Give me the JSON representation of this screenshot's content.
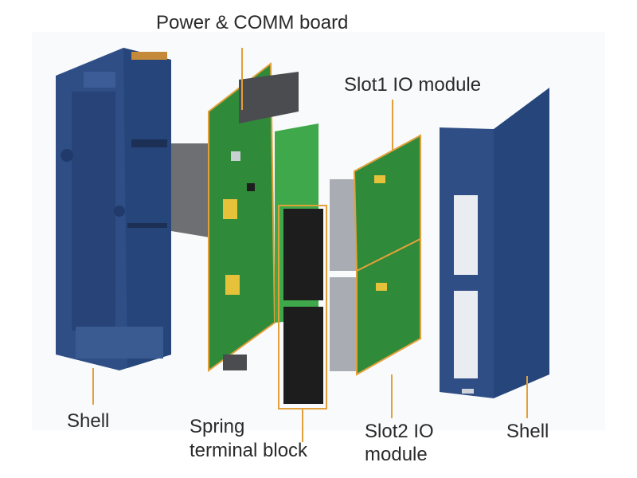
{
  "labels": {
    "power_comm_board": "Power & COMM board",
    "slot1_io_module": "Slot1 IO module",
    "shell_left": "Shell",
    "spring_terminal_block_line1": "Spring",
    "spring_terminal_block_line2": "terminal block",
    "slot2_io_module_line1": "Slot2 IO",
    "slot2_io_module_line2": "module",
    "shell_right": "Shell"
  },
  "colors": {
    "shell_blue": "#2f4e86",
    "shell_blue_dark": "#203a6b",
    "pcb_green": "#2f8a3a",
    "pcb_green_dark": "#1f6a2a",
    "terminal_black": "#1d1d1d",
    "leader_orange": "#e2a03a",
    "connector_gray": "#a9adb3"
  }
}
